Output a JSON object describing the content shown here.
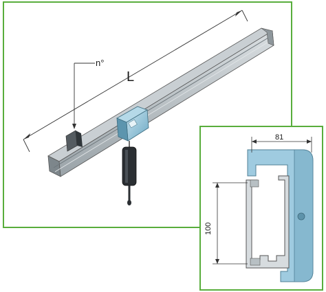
{
  "main_view": {
    "dimension_length_label": "L",
    "quantity_label": "n°"
  },
  "detail_view": {
    "width_label": "81",
    "height_label": "100"
  },
  "colors": {
    "frame_border": "#58ad3c",
    "rail": "#b9c0c4",
    "carriage": "#8cc0d6",
    "profile_fill": "#9fcbe0",
    "weight": "#2b2f33"
  }
}
